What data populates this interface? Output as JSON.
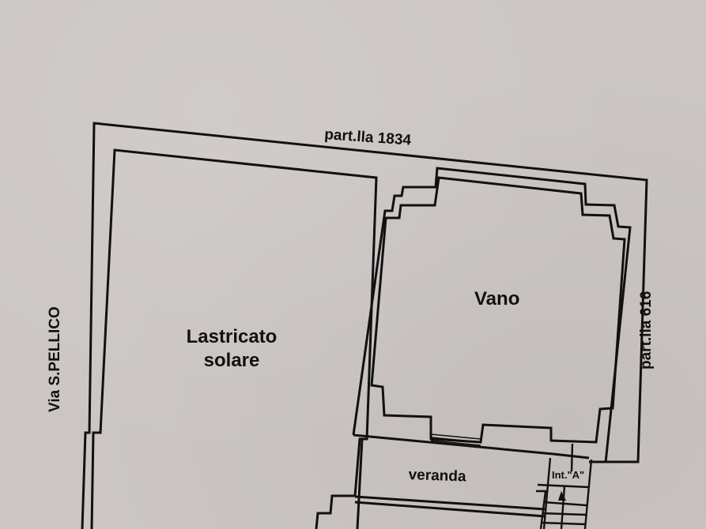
{
  "plan": {
    "type": "floor-plan",
    "boundaries": {
      "top": "part.lla 1834",
      "right": "part.lla 616",
      "left": "Via S.PELLICO"
    },
    "rooms": [
      {
        "id": "lastricato",
        "line1": "Lastricato",
        "line2": "solare"
      },
      {
        "id": "vano",
        "label": "Vano"
      },
      {
        "id": "veranda",
        "label": "veranda"
      }
    ],
    "stair": {
      "label": "Int.\"A\""
    }
  },
  "colors": {
    "paper": "#cbc6c4",
    "ink": "#111111"
  }
}
